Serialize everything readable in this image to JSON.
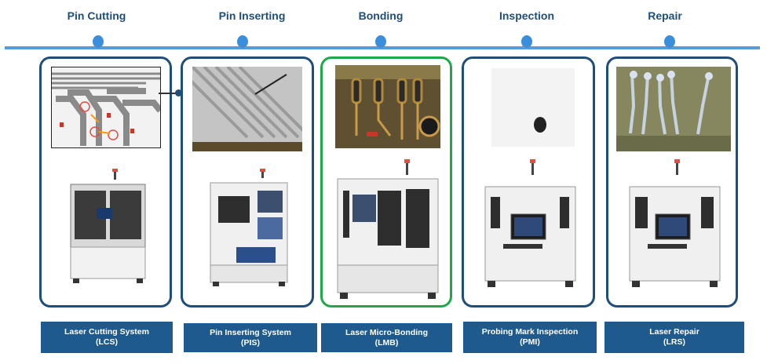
{
  "stages": [
    {
      "title": "Pin Cutting",
      "system_line1": "Laser Cutting System",
      "system_line2": "(LCS)"
    },
    {
      "title": "Pin Inserting",
      "system_line1": "Pin Inserting System",
      "system_line2": "(PIS)"
    },
    {
      "title": "Bonding",
      "system_line1": "Laser Micro-Bonding",
      "system_line2": "(LMB)"
    },
    {
      "title": "Inspection",
      "system_line1": "Probing Mark Inspection",
      "system_line2": "(PMI)"
    },
    {
      "title": "Repair",
      "system_line1": "Laser Repair",
      "system_line2": "(LRS)"
    }
  ],
  "colors": {
    "timeline": "#5b9bd5",
    "card_border": "#1f4e79",
    "card_highlight": "#1fa84a",
    "label_bg": "#1f5a8e",
    "title_text": "#1f4e79"
  }
}
